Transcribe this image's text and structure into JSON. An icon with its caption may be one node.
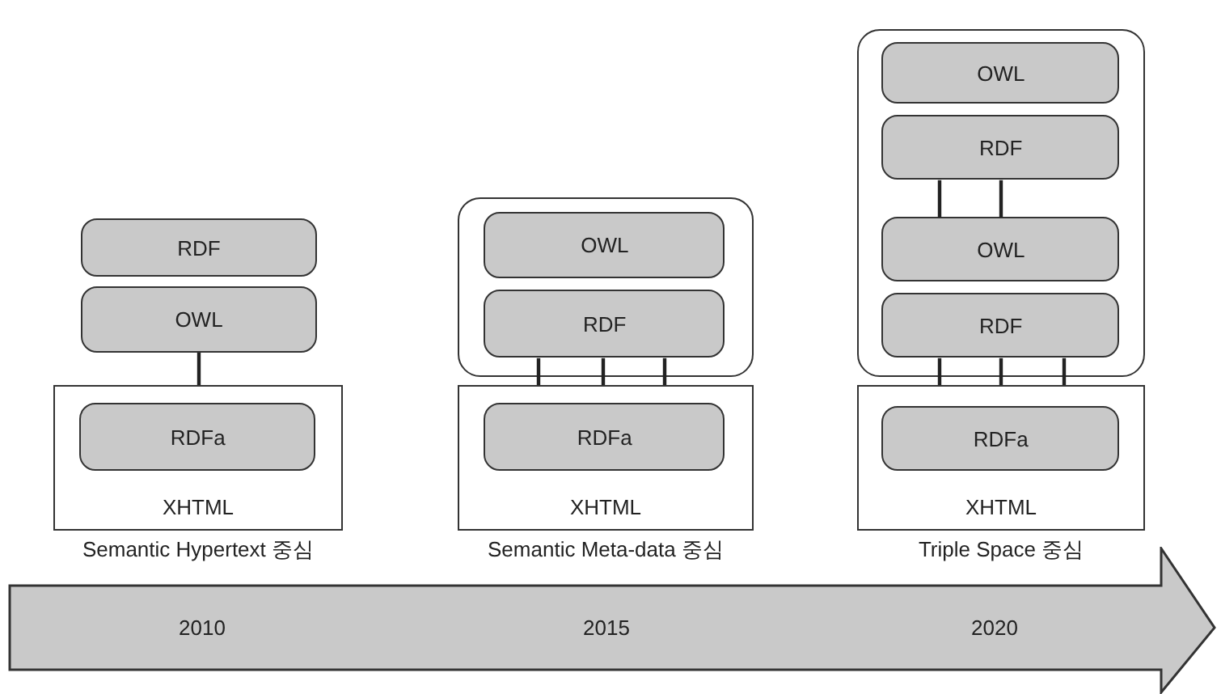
{
  "diagram": {
    "nodes": [
      {
        "text": [
          "RDF"
        ]
      },
      {
        "text": [
          "OWL"
        ]
      },
      {
        "text": [
          "XHTML"
        ],
        "beside": [
          "Semantic Hypertext 중심"
        ]
      },
      {
        "text": [
          "RDFa"
        ],
        "in": 2
      },
      {
        "text": [],
        "shape": "box"
      },
      {
        "text": [
          "OWL"
        ],
        "in": 4
      },
      {
        "text": [
          "RDF"
        ],
        "in": 4
      },
      {
        "text": [
          "XHTML"
        ],
        "beside": [
          "Semantic Meta-data 중심"
        ]
      },
      {
        "text": [
          "RDFa"
        ],
        "in": 7
      },
      {
        "text": [],
        "shape": "box"
      },
      {
        "text": [
          "OWL"
        ],
        "in": 9
      },
      {
        "text": [
          "RDF"
        ],
        "in": 9
      },
      {
        "text": [
          "OWL"
        ],
        "in": 9
      },
      {
        "text": [
          "RDF"
        ],
        "in": 9
      },
      {
        "text": [
          "XHTML"
        ],
        "beside": [
          "Triple Space 중심"
        ]
      },
      {
        "text": [
          "RDFa"
        ],
        "in": 14
      },
      {
        "text": [
          "2010",
          "2015",
          "2020"
        ]
      }
    ],
    "edges": [
      {
        "from": 1,
        "to": 2,
        "arrow": "none"
      },
      {
        "from": 6,
        "to": 7,
        "arrow": "none"
      },
      {
        "from": 6,
        "to": 7,
        "arrow": "none"
      },
      {
        "from": 6,
        "to": 7,
        "arrow": "none"
      },
      {
        "from": 11,
        "to": 12,
        "arrow": "none"
      },
      {
        "from": 11,
        "to": 12,
        "arrow": "none"
      },
      {
        "from": 13,
        "to": 14,
        "arrow": "none"
      },
      {
        "from": 13,
        "to": 14,
        "arrow": "none"
      },
      {
        "from": 13,
        "to": 14,
        "arrow": "none"
      }
    ]
  }
}
